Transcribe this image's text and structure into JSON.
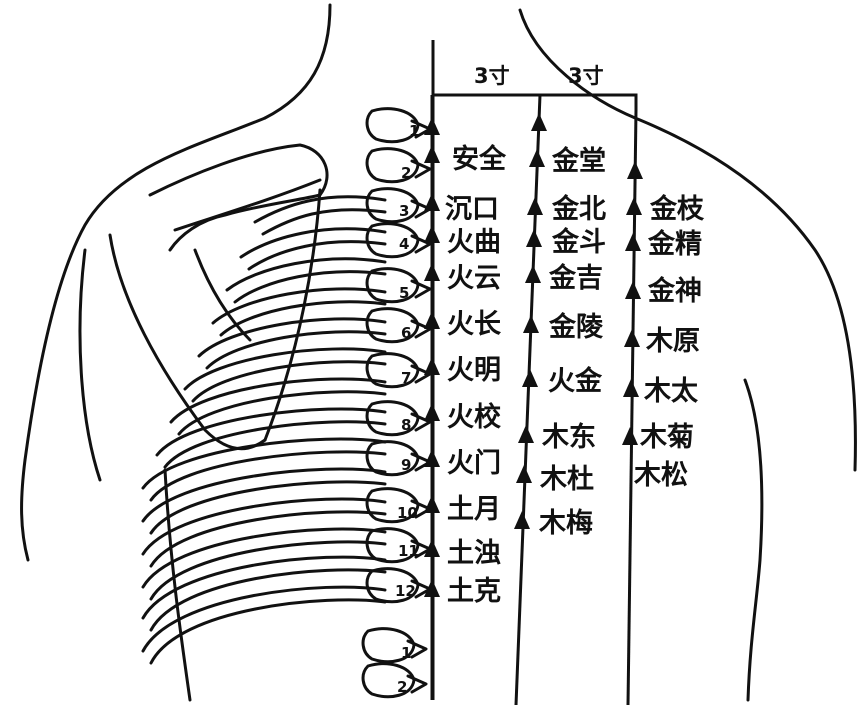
{
  "dimensions": {
    "left": "3寸",
    "right": "3寸"
  },
  "vertebrae": {
    "thoracic": [
      "1",
      "2",
      "3",
      "4",
      "5",
      "6",
      "7",
      "8",
      "9",
      "10",
      "11",
      "12"
    ],
    "lumbar": [
      "1",
      "2"
    ]
  },
  "line1_points": [
    "安全",
    "沉口",
    "火曲",
    "火云",
    "火长",
    "火明",
    "火校",
    "火门",
    "土月",
    "土浊",
    "土克"
  ],
  "line2_points": [
    "金堂",
    "金北",
    "金斗",
    "金吉",
    "金陵",
    "火金",
    "木东",
    "木杜",
    "木梅"
  ],
  "line3_points": [
    "金枝",
    "金精",
    "金神",
    "木原",
    "木太",
    "木菊",
    "木松"
  ],
  "colors": {
    "ink": "#111111",
    "background": "#ffffff"
  }
}
